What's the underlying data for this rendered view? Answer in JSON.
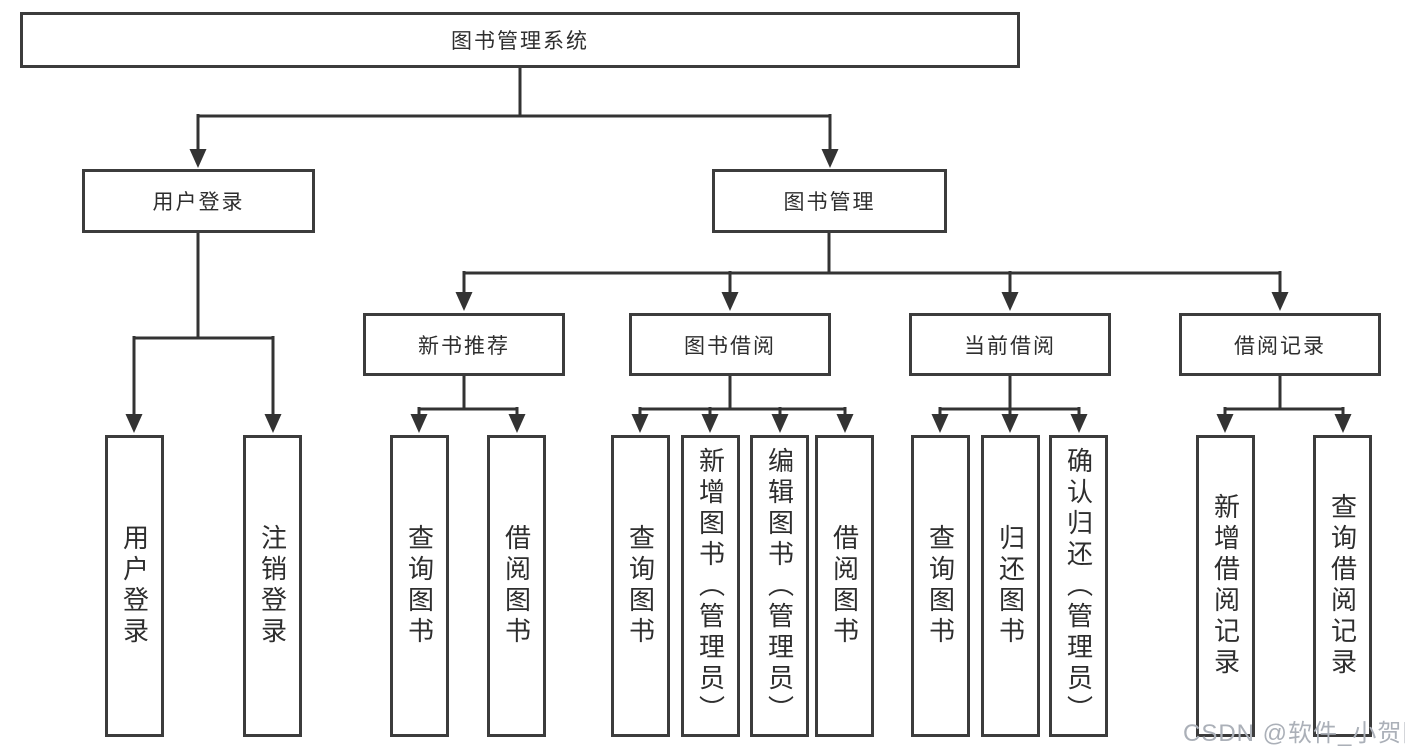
{
  "tree": {
    "root": "图书管理系统",
    "branches": [
      {
        "label": "用户登录",
        "leaves": [
          "用户登录",
          "注销登录"
        ]
      },
      {
        "label": "图书管理",
        "sections": [
          {
            "label": "新书推荐",
            "leaves": [
              "查询图书",
              "借阅图书"
            ]
          },
          {
            "label": "图书借阅",
            "leaves": [
              "查询图书",
              "新增图书（管理员）",
              "编辑图书（管理员）",
              "借阅图书"
            ]
          },
          {
            "label": "当前借阅",
            "leaves": [
              "查询图书",
              "归还图书",
              "确认归还（管理员）"
            ]
          },
          {
            "label": "借阅记录",
            "leaves": [
              "新增借阅记录",
              "查询借阅记录"
            ]
          }
        ]
      }
    ]
  },
  "watermark": "CSDN @软件_小贺同学",
  "colors": {
    "line": "#333333",
    "border": "#3c3c3c",
    "text": "#2e2e2e",
    "watermark": "#abb0b8"
  }
}
